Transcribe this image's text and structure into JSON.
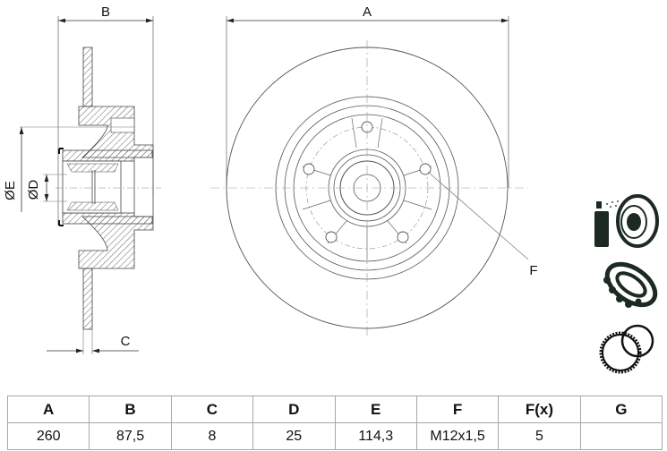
{
  "drawing": {
    "side_view": {
      "dimension_labels": {
        "width_b": "B",
        "thickness_c": "C",
        "diameter_e": "ØE",
        "diameter_d": "ØD"
      }
    },
    "front_view": {
      "dimension_labels": {
        "diameter_a": "A",
        "thread_f": "F"
      },
      "bolt_holes": 5
    },
    "feature_icons": [
      {
        "name": "coated-disc-icon",
        "meaning": "coated brake disc (spray)"
      },
      {
        "name": "wheel-bearing-icon",
        "meaning": "integrated wheel bearing"
      },
      {
        "name": "abs-ring-icon",
        "meaning": "ABS sensor ring"
      }
    ]
  },
  "table": {
    "headers": [
      "A",
      "B",
      "C",
      "D",
      "E",
      "F",
      "F(x)",
      "G"
    ],
    "values": [
      "260",
      "87,5",
      "8",
      "25",
      "114,3",
      "M12x1,5",
      "5",
      ""
    ]
  },
  "colors": {
    "line": "#555555",
    "hatch": "#666666",
    "icon": "#1c2a22",
    "table_border": "#a8a8a8"
  }
}
